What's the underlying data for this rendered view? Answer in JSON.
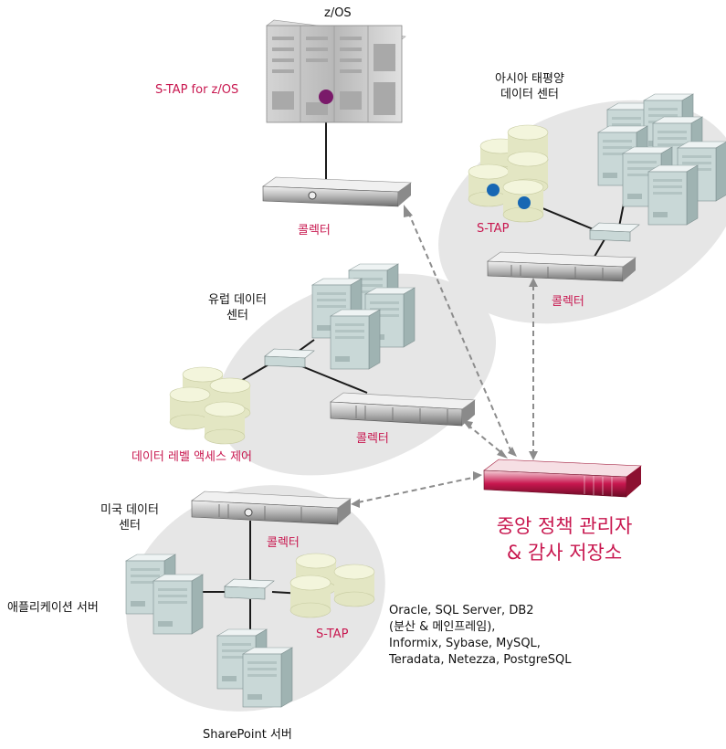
{
  "labels": {
    "zos": "z/OS",
    "stap_zos": "S-TAP for z/OS",
    "collector_top": "콜렉터",
    "asia_dc_line1": "아시아 태평양",
    "asia_dc_line2": "데이터 센터",
    "asia_stap": "S-TAP",
    "asia_collector": "콜렉터",
    "europe_dc_line1": "유럽 데이터",
    "europe_dc_line2": "센터",
    "europe_collector": "콜렉터",
    "data_level_access": "데이터 레벨 액세스 제어",
    "us_dc_line1": "미국 데이터",
    "us_dc_line2": "센터",
    "us_collector": "콜렉터",
    "app_server": "애플리케이션 서버",
    "us_stap": "S-TAP",
    "sharepoint": "SharePoint 서버",
    "central_line1": "중앙 정책 관리자",
    "central_line2": "& 감사 저장소",
    "db_line1": "Oracle, SQL Server, DB2",
    "db_line2": "(분산 & 메인프레임),",
    "db_line3": "Informix, Sybase, MySQL,",
    "db_line4": "Teradata, Netezza, PostgreSQL"
  },
  "colors": {
    "accent": "#c8174f",
    "cluster_fill": "#e6e6e6",
    "server_body": "#c9d8d7",
    "database": "#e3e6c3",
    "stap_dot_zos": "#7a1a6a",
    "stap_dot_asia": "#1767b3",
    "arrow": "#888888"
  }
}
